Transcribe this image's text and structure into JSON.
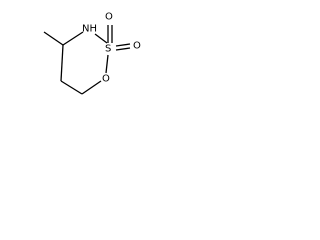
{
  "molecule": {
    "atoms": {
      "nh": "NH",
      "s": "S",
      "o_ring": "O",
      "o_top": "O",
      "o_right": "O"
    }
  }
}
